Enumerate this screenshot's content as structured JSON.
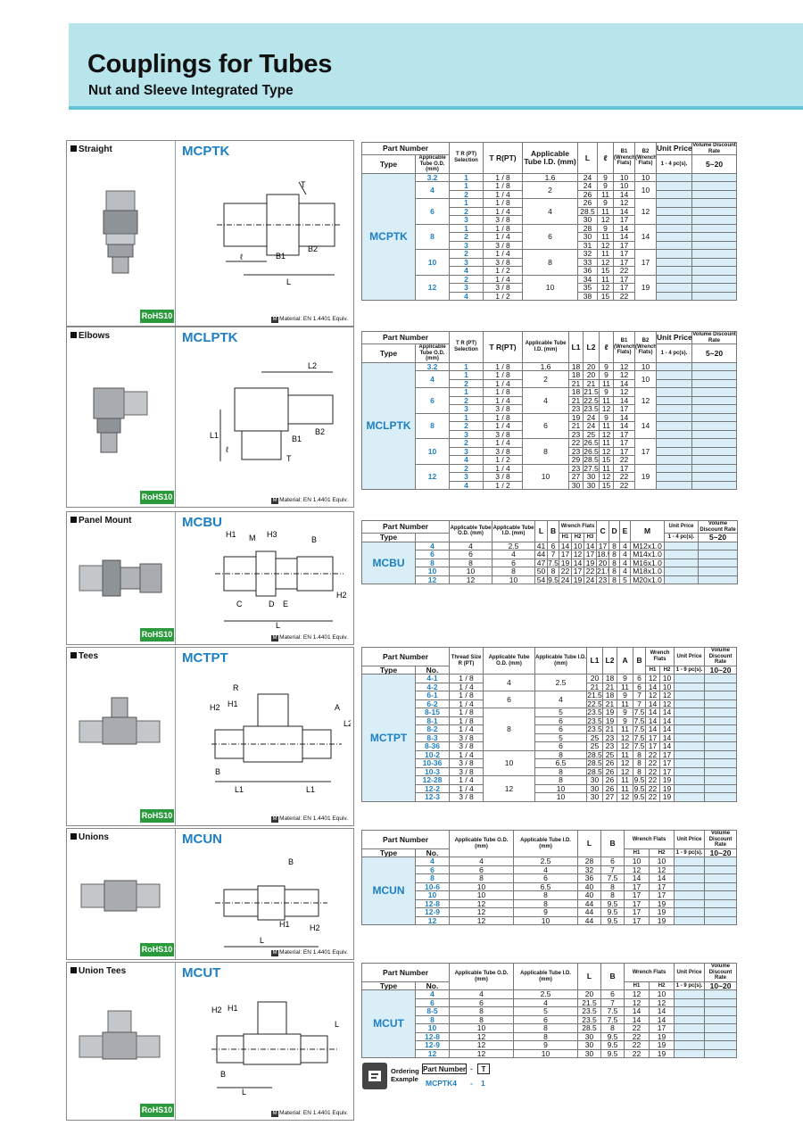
{
  "header": {
    "title": "Couplings for Tubes",
    "subtitle": "Nut and Sleeve Integrated Type"
  },
  "common": {
    "rohs": "RoHS10",
    "material": "Material: EN 1.4401 Equiv.",
    "m_mark": "M"
  },
  "cards": [
    {
      "category": "Straight",
      "code": "MCPTK"
    },
    {
      "category": "Elbows",
      "code": "MCLPTK"
    },
    {
      "category": "Panel Mount",
      "code": "MCBU"
    },
    {
      "category": "Tees",
      "code": "MCTPT"
    },
    {
      "category": "Unions",
      "code": "MCUN"
    },
    {
      "category": "Union Tees",
      "code": "MCUT"
    }
  ],
  "t1": {
    "type": "MCPTK",
    "head": [
      "Part Number",
      "Type",
      "Applicable Tube O.D. (mm)",
      "T R (PT) Selection",
      "T R(PT)",
      "Applicable Tube I.D. (mm)",
      "L",
      "ℓ",
      "B1 (Wrench Flats)",
      "B2 (Wrench Flats)",
      "Unit Price",
      "Volume Discount Rate",
      "1 - 4 pc(s).",
      "5~20"
    ],
    "rows": [
      {
        "od": "3.2",
        "sel": "1",
        "t": "1 / 8",
        "id": "1.6",
        "l": "24",
        "ll": "9",
        "b1": "10",
        "b2": "10"
      },
      {
        "od": "4",
        "sel": "1",
        "t": "1 / 8",
        "id": "2",
        "l": "24",
        "ll": "9",
        "b1": "10",
        "b2": "10"
      },
      {
        "sel": "2",
        "t": "1 / 4",
        "l": "26",
        "ll": "11",
        "b1": "14"
      },
      {
        "od": "6",
        "sel": "1",
        "t": "1 / 8",
        "id": "4",
        "l": "26",
        "ll": "9",
        "b1": "12",
        "b2": "12"
      },
      {
        "sel": "2",
        "t": "1 / 4",
        "l": "28.5",
        "ll": "11",
        "b1": "14"
      },
      {
        "sel": "3",
        "t": "3 / 8",
        "l": "30",
        "ll": "12",
        "b1": "17"
      },
      {
        "od": "8",
        "sel": "1",
        "t": "1 / 8",
        "id": "6",
        "l": "28",
        "ll": "9",
        "b1": "14",
        "b2": "14"
      },
      {
        "sel": "2",
        "t": "1 / 4",
        "l": "30",
        "ll": "11",
        "b1": "14"
      },
      {
        "sel": "3",
        "t": "3 / 8",
        "l": "31",
        "ll": "12",
        "b1": "17"
      },
      {
        "od": "10",
        "sel": "2",
        "t": "1 / 4",
        "id": "8",
        "l": "32",
        "ll": "11",
        "b1": "17",
        "b2": "17"
      },
      {
        "sel": "3",
        "t": "3 / 8",
        "l": "33",
        "ll": "12",
        "b1": "17"
      },
      {
        "sel": "4",
        "t": "1 / 2",
        "l": "36",
        "ll": "15",
        "b1": "22"
      },
      {
        "od": "12",
        "sel": "2",
        "t": "1 / 4",
        "id": "10",
        "l": "34",
        "ll": "11",
        "b1": "17",
        "b2": "19"
      },
      {
        "sel": "3",
        "t": "3 / 8",
        "l": "35",
        "ll": "12",
        "b1": "17"
      },
      {
        "sel": "4",
        "t": "1 / 2",
        "l": "38",
        "ll": "15",
        "b1": "22"
      }
    ]
  },
  "t2": {
    "type": "MCLPTK",
    "head": [
      "Part Number",
      "Type",
      "Applicable Tube O.D. (mm)",
      "T R (PT) Selection",
      "T R(PT)",
      "Applicable Tube I.D. (mm)",
      "L1",
      "L2",
      "ℓ",
      "B1 (Wrench Flats)",
      "B2 (Wrench Flats)",
      "Unit Price",
      "Volume Discount Rate",
      "1 - 4 pc(s).",
      "5~20"
    ],
    "rows": [
      {
        "od": "3.2",
        "sel": "1",
        "t": "1 / 8",
        "id": "1.6",
        "l1": "18",
        "l2": "20",
        "ll": "9",
        "b1": "12",
        "b2": "10"
      },
      {
        "od": "4",
        "sel": "1",
        "t": "1 / 8",
        "id": "2",
        "l1": "18",
        "l2": "20",
        "ll": "9",
        "b1": "12",
        "b2": "10"
      },
      {
        "sel": "2",
        "t": "1 / 4",
        "l1": "21",
        "l2": "21",
        "ll": "11",
        "b1": "14"
      },
      {
        "od": "6",
        "sel": "1",
        "t": "1 / 8",
        "id": "4",
        "l1": "18",
        "l2": "21.5",
        "ll": "9",
        "b1": "12",
        "b2": "12"
      },
      {
        "sel": "2",
        "t": "1 / 4",
        "l1": "21",
        "l2": "22.5",
        "ll": "11",
        "b1": "14"
      },
      {
        "sel": "3",
        "t": "3 / 8",
        "l1": "23",
        "l2": "23.5",
        "ll": "12",
        "b1": "17"
      },
      {
        "od": "8",
        "sel": "1",
        "t": "1 / 8",
        "id": "6",
        "l1": "19",
        "l2": "24",
        "ll": "9",
        "b1": "14",
        "b2": "14"
      },
      {
        "sel": "2",
        "t": "1 / 4",
        "l1": "21",
        "l2": "24",
        "ll": "11",
        "b1": "14"
      },
      {
        "sel": "3",
        "t": "3 / 8",
        "l1": "23",
        "l2": "25",
        "ll": "12",
        "b1": "17"
      },
      {
        "od": "10",
        "sel": "2",
        "t": "1 / 4",
        "id": "8",
        "l1": "22",
        "l2": "26.5",
        "ll": "11",
        "b1": "17",
        "b2": "17"
      },
      {
        "sel": "3",
        "t": "3 / 8",
        "l1": "23",
        "l2": "26.5",
        "ll": "12",
        "b1": "17"
      },
      {
        "sel": "4",
        "t": "1 / 2",
        "l1": "29",
        "l2": "28.5",
        "ll": "15",
        "b1": "22"
      },
      {
        "od": "12",
        "sel": "2",
        "t": "1 / 4",
        "id": "10",
        "l1": "23",
        "l2": "27.5",
        "ll": "11",
        "b1": "17",
        "b2": "19"
      },
      {
        "sel": "3",
        "t": "3 / 8",
        "l1": "27",
        "l2": "30",
        "ll": "12",
        "b1": "22"
      },
      {
        "sel": "4",
        "t": "1 / 2",
        "l1": "30",
        "l2": "30",
        "ll": "15",
        "b1": "22"
      }
    ]
  },
  "t3": {
    "type": "MCBU",
    "head": [
      "Part Number",
      "Type",
      "Applicable Tube O.D. (mm)",
      "Applicable Tube I.D. (mm)",
      "L",
      "B",
      "Wrench Flats",
      "H1",
      "H2",
      "H3",
      "C",
      "D",
      "E",
      "M",
      "Unit Price",
      "Volume Discount Rate",
      "1 - 4 pc(s).",
      "5~20"
    ],
    "rows": [
      {
        "no": "4",
        "od": "4",
        "id": "2.5",
        "l": "41",
        "b": "6",
        "h1": "14",
        "h2": "10",
        "h3": "14",
        "c": "17",
        "d": "8",
        "e": "4",
        "m": "M12x1.0"
      },
      {
        "no": "6",
        "od": "6",
        "id": "4",
        "l": "44",
        "b": "7",
        "h1": "17",
        "h2": "12",
        "h3": "17",
        "c": "18.5",
        "d": "8",
        "e": "4",
        "m": "M14x1.0"
      },
      {
        "no": "8",
        "od": "8",
        "id": "6",
        "l": "47",
        "b": "7.5",
        "h1": "19",
        "h2": "14",
        "h3": "19",
        "c": "20",
        "d": "8",
        "e": "4",
        "m": "M16x1.0"
      },
      {
        "no": "10",
        "od": "10",
        "id": "8",
        "l": "50",
        "b": "8",
        "h1": "22",
        "h2": "17",
        "h3": "22",
        "c": "21.5",
        "d": "8",
        "e": "4",
        "m": "M18x1.0"
      },
      {
        "no": "12",
        "od": "12",
        "id": "10",
        "l": "54",
        "b": "9.5",
        "h1": "24",
        "h2": "19",
        "h3": "24",
        "c": "23",
        "d": "8",
        "e": "5",
        "m": "M20x1.0"
      }
    ]
  },
  "t4": {
    "type": "MCTPT",
    "head": [
      "Part Number",
      "Type",
      "No.",
      "Thread Size R (PT)",
      "Applicable Tube O.D. (mm)",
      "Applicable Tube I.D. (mm)",
      "L1",
      "L2",
      "A",
      "B",
      "Wrench Flats",
      "H1",
      "H2",
      "Unit Price",
      "Volume Discount Rate",
      "1 - 9 pc(s).",
      "10~20"
    ],
    "rows": [
      {
        "no": "4-1",
        "th": "1 / 8",
        "od": "4",
        "id": "2.5",
        "l1": "20",
        "l2": "18",
        "a": "9",
        "b": "6",
        "h1": "12",
        "h2": "10"
      },
      {
        "no": "4-2",
        "th": "1 / 4",
        "l1": "21",
        "l2": "21",
        "a": "11",
        "b": "6",
        "h1": "14",
        "h2": "10"
      },
      {
        "no": "6-1",
        "th": "1 / 8",
        "od": "6",
        "id": "4",
        "l1": "21.5",
        "l2": "18",
        "a": "9",
        "b": "7",
        "h1": "12",
        "h2": "12"
      },
      {
        "no": "6-2",
        "th": "1 / 4",
        "l1": "22.5",
        "l2": "21",
        "a": "11",
        "b": "7",
        "h1": "14",
        "h2": "12"
      },
      {
        "no": "8-15",
        "th": "1 / 8",
        "od": "8",
        "id": "5",
        "l1": "23.5",
        "l2": "19",
        "a": "9",
        "b": "7.5",
        "h1": "14",
        "h2": "14"
      },
      {
        "no": "8-1",
        "th": "1 / 8",
        "id": "6",
        "l1": "23.5",
        "l2": "19",
        "a": "9",
        "b": "7.5",
        "h1": "14",
        "h2": "14"
      },
      {
        "no": "8-2",
        "th": "1 / 4",
        "id": "6",
        "l1": "23.5",
        "l2": "21",
        "a": "11",
        "b": "7.5",
        "h1": "14",
        "h2": "14"
      },
      {
        "no": "8-3",
        "th": "3 / 8",
        "id": "5",
        "l1": "25",
        "l2": "23",
        "a": "12",
        "b": "7.5",
        "h1": "17",
        "h2": "14"
      },
      {
        "no": "8-36",
        "th": "3 / 8",
        "id": "6",
        "l1": "25",
        "l2": "23",
        "a": "12",
        "b": "7.5",
        "h1": "17",
        "h2": "14"
      },
      {
        "no": "10-2",
        "th": "1 / 4",
        "od": "10",
        "id": "8",
        "l1": "28.5",
        "l2": "25",
        "a": "11",
        "b": "8",
        "h1": "22",
        "h2": "17"
      },
      {
        "no": "10-36",
        "th": "3 / 8",
        "id": "6.5",
        "l1": "28.5",
        "l2": "26",
        "a": "12",
        "b": "8",
        "h1": "22",
        "h2": "17"
      },
      {
        "no": "10-3",
        "th": "3 / 8",
        "id": "8",
        "l1": "28.5",
        "l2": "26",
        "a": "12",
        "b": "8",
        "h1": "22",
        "h2": "17"
      },
      {
        "no": "12-28",
        "th": "1 / 4",
        "od": "12",
        "id": "8",
        "l1": "30",
        "l2": "26",
        "a": "11",
        "b": "9.5",
        "h1": "22",
        "h2": "19"
      },
      {
        "no": "12-2",
        "th": "1 / 4",
        "id": "10",
        "l1": "30",
        "l2": "26",
        "a": "11",
        "b": "9.5",
        "h1": "22",
        "h2": "19"
      },
      {
        "no": "12-3",
        "th": "3 / 8",
        "id": "10",
        "l1": "30",
        "l2": "27",
        "a": "12",
        "b": "9.5",
        "h1": "22",
        "h2": "19"
      }
    ]
  },
  "t5": {
    "type": "MCUN",
    "head": [
      "Part Number",
      "Type",
      "No.",
      "Applicable Tube O.D. (mm)",
      "Applicable Tube I.D. (mm)",
      "L",
      "B",
      "Wrench Flats",
      "H1",
      "H2",
      "Unit Price",
      "Volume Discount Rate",
      "1 - 9 pc(s).",
      "10~20"
    ],
    "rows": [
      {
        "no": "4",
        "od": "4",
        "id": "2.5",
        "l": "28",
        "b": "6",
        "h1": "10",
        "h2": "10"
      },
      {
        "no": "6",
        "od": "6",
        "id": "4",
        "l": "32",
        "b": "7",
        "h1": "12",
        "h2": "12"
      },
      {
        "no": "8",
        "od": "8",
        "id": "6",
        "l": "36",
        "b": "7.5",
        "h1": "14",
        "h2": "14"
      },
      {
        "no": "10-6",
        "od": "10",
        "id": "6.5",
        "l": "40",
        "b": "8",
        "h1": "17",
        "h2": "17"
      },
      {
        "no": "10",
        "od": "10",
        "id": "8",
        "l": "40",
        "b": "8",
        "h1": "17",
        "h2": "17"
      },
      {
        "no": "12-8",
        "od": "12",
        "id": "8",
        "l": "44",
        "b": "9.5",
        "h1": "17",
        "h2": "19"
      },
      {
        "no": "12-9",
        "od": "12",
        "id": "9",
        "l": "44",
        "b": "9.5",
        "h1": "17",
        "h2": "19"
      },
      {
        "no": "12",
        "od": "12",
        "id": "10",
        "l": "44",
        "b": "9.5",
        "h1": "17",
        "h2": "19"
      }
    ]
  },
  "t6": {
    "type": "MCUT",
    "head": [
      "Part Number",
      "Type",
      "No.",
      "Applicable Tube O.D. (mm)",
      "Applicable Tube I.D. (mm)",
      "L",
      "B",
      "Wrench Flats",
      "H1",
      "H2",
      "Unit Price",
      "Volume Discount Rate",
      "1 - 9 pc(s).",
      "10~20"
    ],
    "rows": [
      {
        "no": "4",
        "od": "4",
        "id": "2.5",
        "l": "20",
        "b": "6",
        "h1": "12",
        "h2": "10"
      },
      {
        "no": "6",
        "od": "6",
        "id": "4",
        "l": "21.5",
        "b": "7",
        "h1": "12",
        "h2": "12"
      },
      {
        "no": "8-5",
        "od": "8",
        "id": "5",
        "l": "23.5",
        "b": "7.5",
        "h1": "14",
        "h2": "14"
      },
      {
        "no": "8",
        "od": "8",
        "id": "6",
        "l": "23.5",
        "b": "7.5",
        "h1": "14",
        "h2": "14"
      },
      {
        "no": "10",
        "od": "10",
        "id": "8",
        "l": "28.5",
        "b": "8",
        "h1": "22",
        "h2": "17"
      },
      {
        "no": "12-8",
        "od": "12",
        "id": "8",
        "l": "30",
        "b": "9.5",
        "h1": "22",
        "h2": "19"
      },
      {
        "no": "12-9",
        "od": "12",
        "id": "9",
        "l": "30",
        "b": "9.5",
        "h1": "22",
        "h2": "19"
      },
      {
        "no": "12",
        "od": "12",
        "id": "10",
        "l": "30",
        "b": "9.5",
        "h1": "22",
        "h2": "19"
      }
    ]
  },
  "order": {
    "label": "Ordering Example",
    "part_number": "Part Number",
    "dash": "-",
    "t": "T",
    "example_pn": "MCPTK4",
    "example_t": "1"
  },
  "dims": {
    "T": "T",
    "L": "L",
    "l": "ℓ",
    "B1": "B1",
    "B2": "B2",
    "L1": "L1",
    "L2": "L2",
    "H1": "H1",
    "H2": "H2",
    "H3": "H3",
    "M": "M",
    "B": "B",
    "C": "C",
    "D": "D",
    "E": "E",
    "R": "R",
    "A": "A"
  }
}
